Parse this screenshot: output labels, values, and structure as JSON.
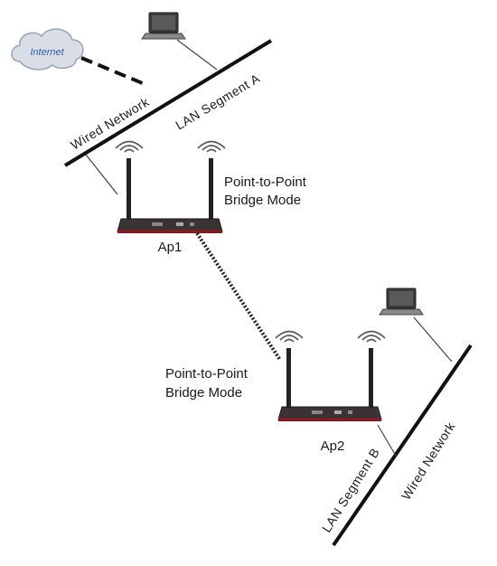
{
  "cloud": {
    "label": "Internet"
  },
  "segment_a": {
    "network_label": "Wired Network",
    "segment_label": "LAN Segment A"
  },
  "segment_b": {
    "network_label": "Wired Network",
    "segment_label": "LAN Segment B"
  },
  "ap1": {
    "name": "Ap1",
    "mode_line1": "Point-to-Point",
    "mode_line2": "Bridge Mode"
  },
  "ap2": {
    "name": "Ap2",
    "mode_line1": "Point-to-Point",
    "mode_line2": "Bridge Mode"
  },
  "icons": [
    "internet-cloud-icon",
    "laptop-icon",
    "access-point-icon",
    "wifi-signal-icon",
    "wireless-link-icon"
  ],
  "colors": {
    "line": "#111111",
    "ap_body": "#3a3233",
    "ap_accent": "#7a1f25",
    "cloud_fill": "#d8dde6",
    "cloud_text": "#3a5fa8"
  }
}
